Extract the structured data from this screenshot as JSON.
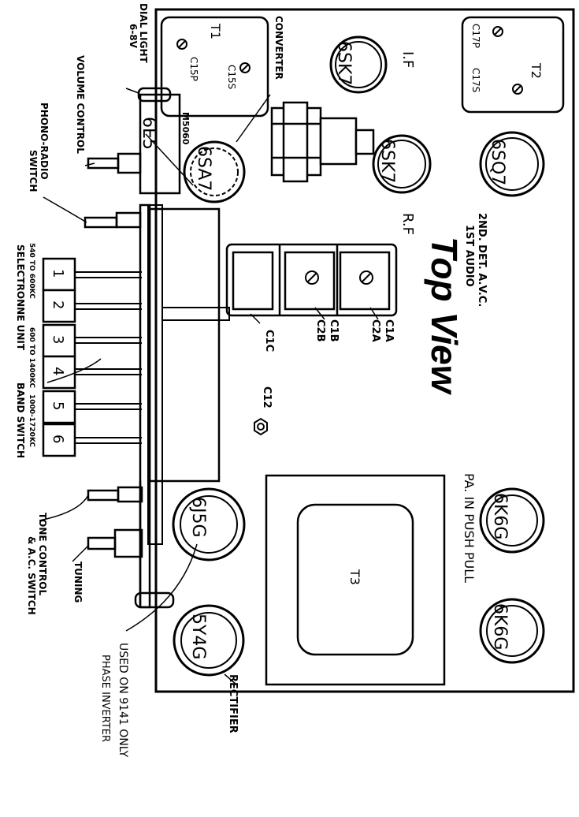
{
  "title": "Top View",
  "tubes": {
    "6SK7_IF": "6SK7",
    "6SK7_RF": "6SK7",
    "6SQ7": "6SQ7",
    "6SA7": "6SA7",
    "6E5": "6E5",
    "6K6G_a": "6K6G",
    "6K6G_b": "6K6G",
    "6J5G": "6J5G",
    "5Y4G": "5Y4G"
  },
  "transformers": {
    "t1": "T1",
    "t2": "T2",
    "t3": "T3",
    "c15s": "C15S",
    "c15p": "C15P",
    "c17p": "C17P",
    "c17s": "C17S"
  },
  "labels": {
    "if": "I.F",
    "rf": "R.F",
    "converter": "CONVERTER",
    "dial_light": "DIAL LIGHT",
    "dial_light_v": "6-8V",
    "volume": "VOLUME CONTROL",
    "phono_radio_1": "PHONO-RADIO",
    "phono_radio_2": "SWITCH",
    "det_1": "2ND. DET. A.V.C.",
    "det_2": "1ST AUDIO",
    "m5060": "M5060",
    "pa_push_pull": "PA. IN PUSH PULL",
    "rectifier": "RECTIFIER",
    "used_on_1": "USED ON 9141 ONLY",
    "used_on_2": "PHASE INVERTER",
    "tone_1": "TONE CONTROL",
    "tone_2": "& A.C. SWITCH",
    "tuning": "TUNING",
    "selectronne": "SELECTRONNE UNIT",
    "band_switch": "BAND SWITCH",
    "range1": "540 TO 600KC",
    "range2": "600 TO 1400KC",
    "range3": "1000-1720KC",
    "c1a": "C1A",
    "c2a": "C2A",
    "c1b": "C1B",
    "c2b": "C2B",
    "c1c": "C1C",
    "c12": "C12"
  },
  "buttons": [
    "1",
    "2",
    "3",
    "4",
    "5",
    "6"
  ]
}
